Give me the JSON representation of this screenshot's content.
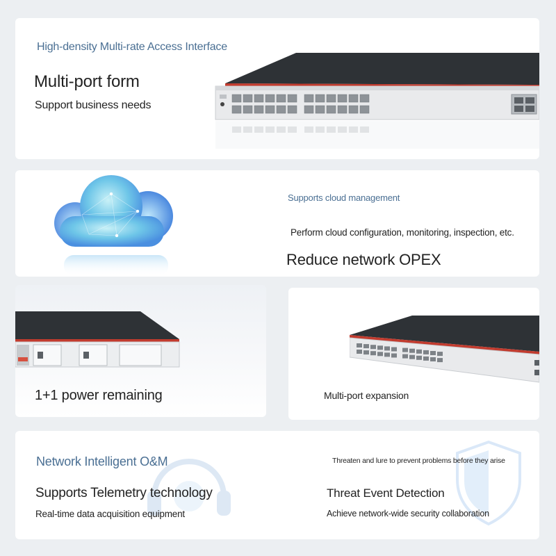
{
  "card_access": {
    "tagline": "High-density Multi-rate Access Interface",
    "title": "Multi-port form",
    "subtitle": "Support business needs"
  },
  "card_cloud": {
    "tagline": "Supports cloud management",
    "description": "Perform cloud configuration, monitoring, inspection, etc.",
    "title": "Reduce network OPEX"
  },
  "card_power": {
    "title": "1+1 power remaining"
  },
  "card_expansion": {
    "title": "Multi-port expansion"
  },
  "card_om": {
    "tagline": "Network Intelligent O&M",
    "left_title": "Supports Telemetry technology",
    "left_subtitle": "Real-time data acquisition equipment",
    "right_tagline": "Threaten and lure to prevent problems before they arise",
    "right_title": "Threat Event Detection",
    "right_subtitle": "Achieve network-wide security collaboration"
  },
  "colors": {
    "page_background": "#eceff2",
    "card_background": "#ffffff",
    "accent_blue_text": "#4a6f93",
    "switch_body": "#2e3236",
    "switch_front": "#e9eaec",
    "switch_stripe": "#c23b2e"
  }
}
